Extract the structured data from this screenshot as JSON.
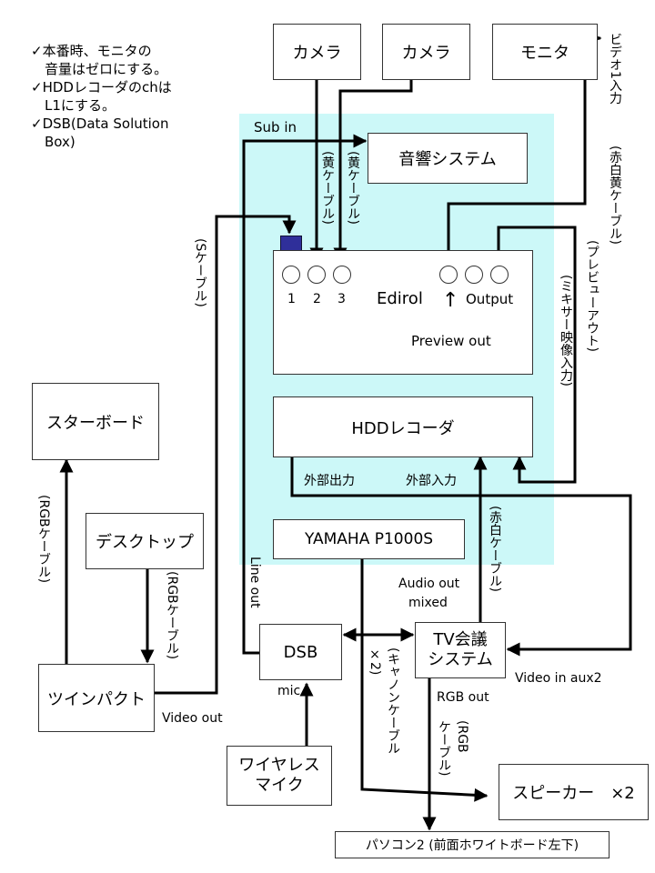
{
  "notes": {
    "line1": "✓本番時、モニタの",
    "line1b": "音量はゼロにする。",
    "line2": "✓HDDレコーダのchは",
    "line2b": "L1にする。",
    "line3": "✓DSB(Data Solution",
    "line3b": "Box)"
  },
  "devices": {
    "camera1": "カメラ",
    "camera2": "カメラ",
    "monitor": "モニタ",
    "audio_system": "音響システム",
    "edirol": "Edirol",
    "hdd_recorder": "HDDレコーダ",
    "yamaha": "YAMAHA P1000S",
    "starboard": "スターボード",
    "desktop": "デスクトップ",
    "twinpact": "ツインパクト",
    "dsb": "DSB",
    "tv_conf_line1": "TV会議",
    "tv_conf_line2": "システム",
    "wireless_mic_line1": "ワイヤレス",
    "wireless_mic_line2": "マイク",
    "speaker": "スピーカー　×2",
    "pc2": "パソコン2 (前面ホワイトボード左下)"
  },
  "edirol_ports": {
    "in1": "1",
    "in2": "2",
    "in3": "3",
    "output": "Output",
    "preview_arrow": "↑",
    "preview_out": "Preview out"
  },
  "labels": {
    "sub_in": "Sub in",
    "yellow_cable_1": "(黄ケーブル)",
    "yellow_cable_2": "(黄ケーブル)",
    "video1_in": "ビデオ1入力",
    "rwy_cable": "(赤白黄ケーブル)",
    "preview_out_v": "(プレビューアウト)",
    "mixer_video_in": "(ミキサー映像入力)",
    "s_cable": "(Sケーブル)",
    "ext_out": "外部出力",
    "ext_in": "外部入力",
    "rw_cable": "(赤白ケーブル)",
    "line_out": "Line out",
    "audio_out": "Audio out",
    "mixed": "mixed",
    "rgb_cable_left": "(RGBケーブル)",
    "rgb_cable_desktop": "(RGBケーブル)",
    "canon_cable": "(キャノンケーブル",
    "x2": "×2)",
    "rgb_out": "RGB out",
    "rgb_cable_bottom_1": "(RGB",
    "rgb_cable_bottom_2": "ケーブル)",
    "video_in_aux2": "Video in aux2",
    "video_out": "Video out",
    "mic": "mic"
  },
  "colors": {
    "cyan_area": "#ccf8f8",
    "sub_in_port": "#2f2f9a"
  }
}
